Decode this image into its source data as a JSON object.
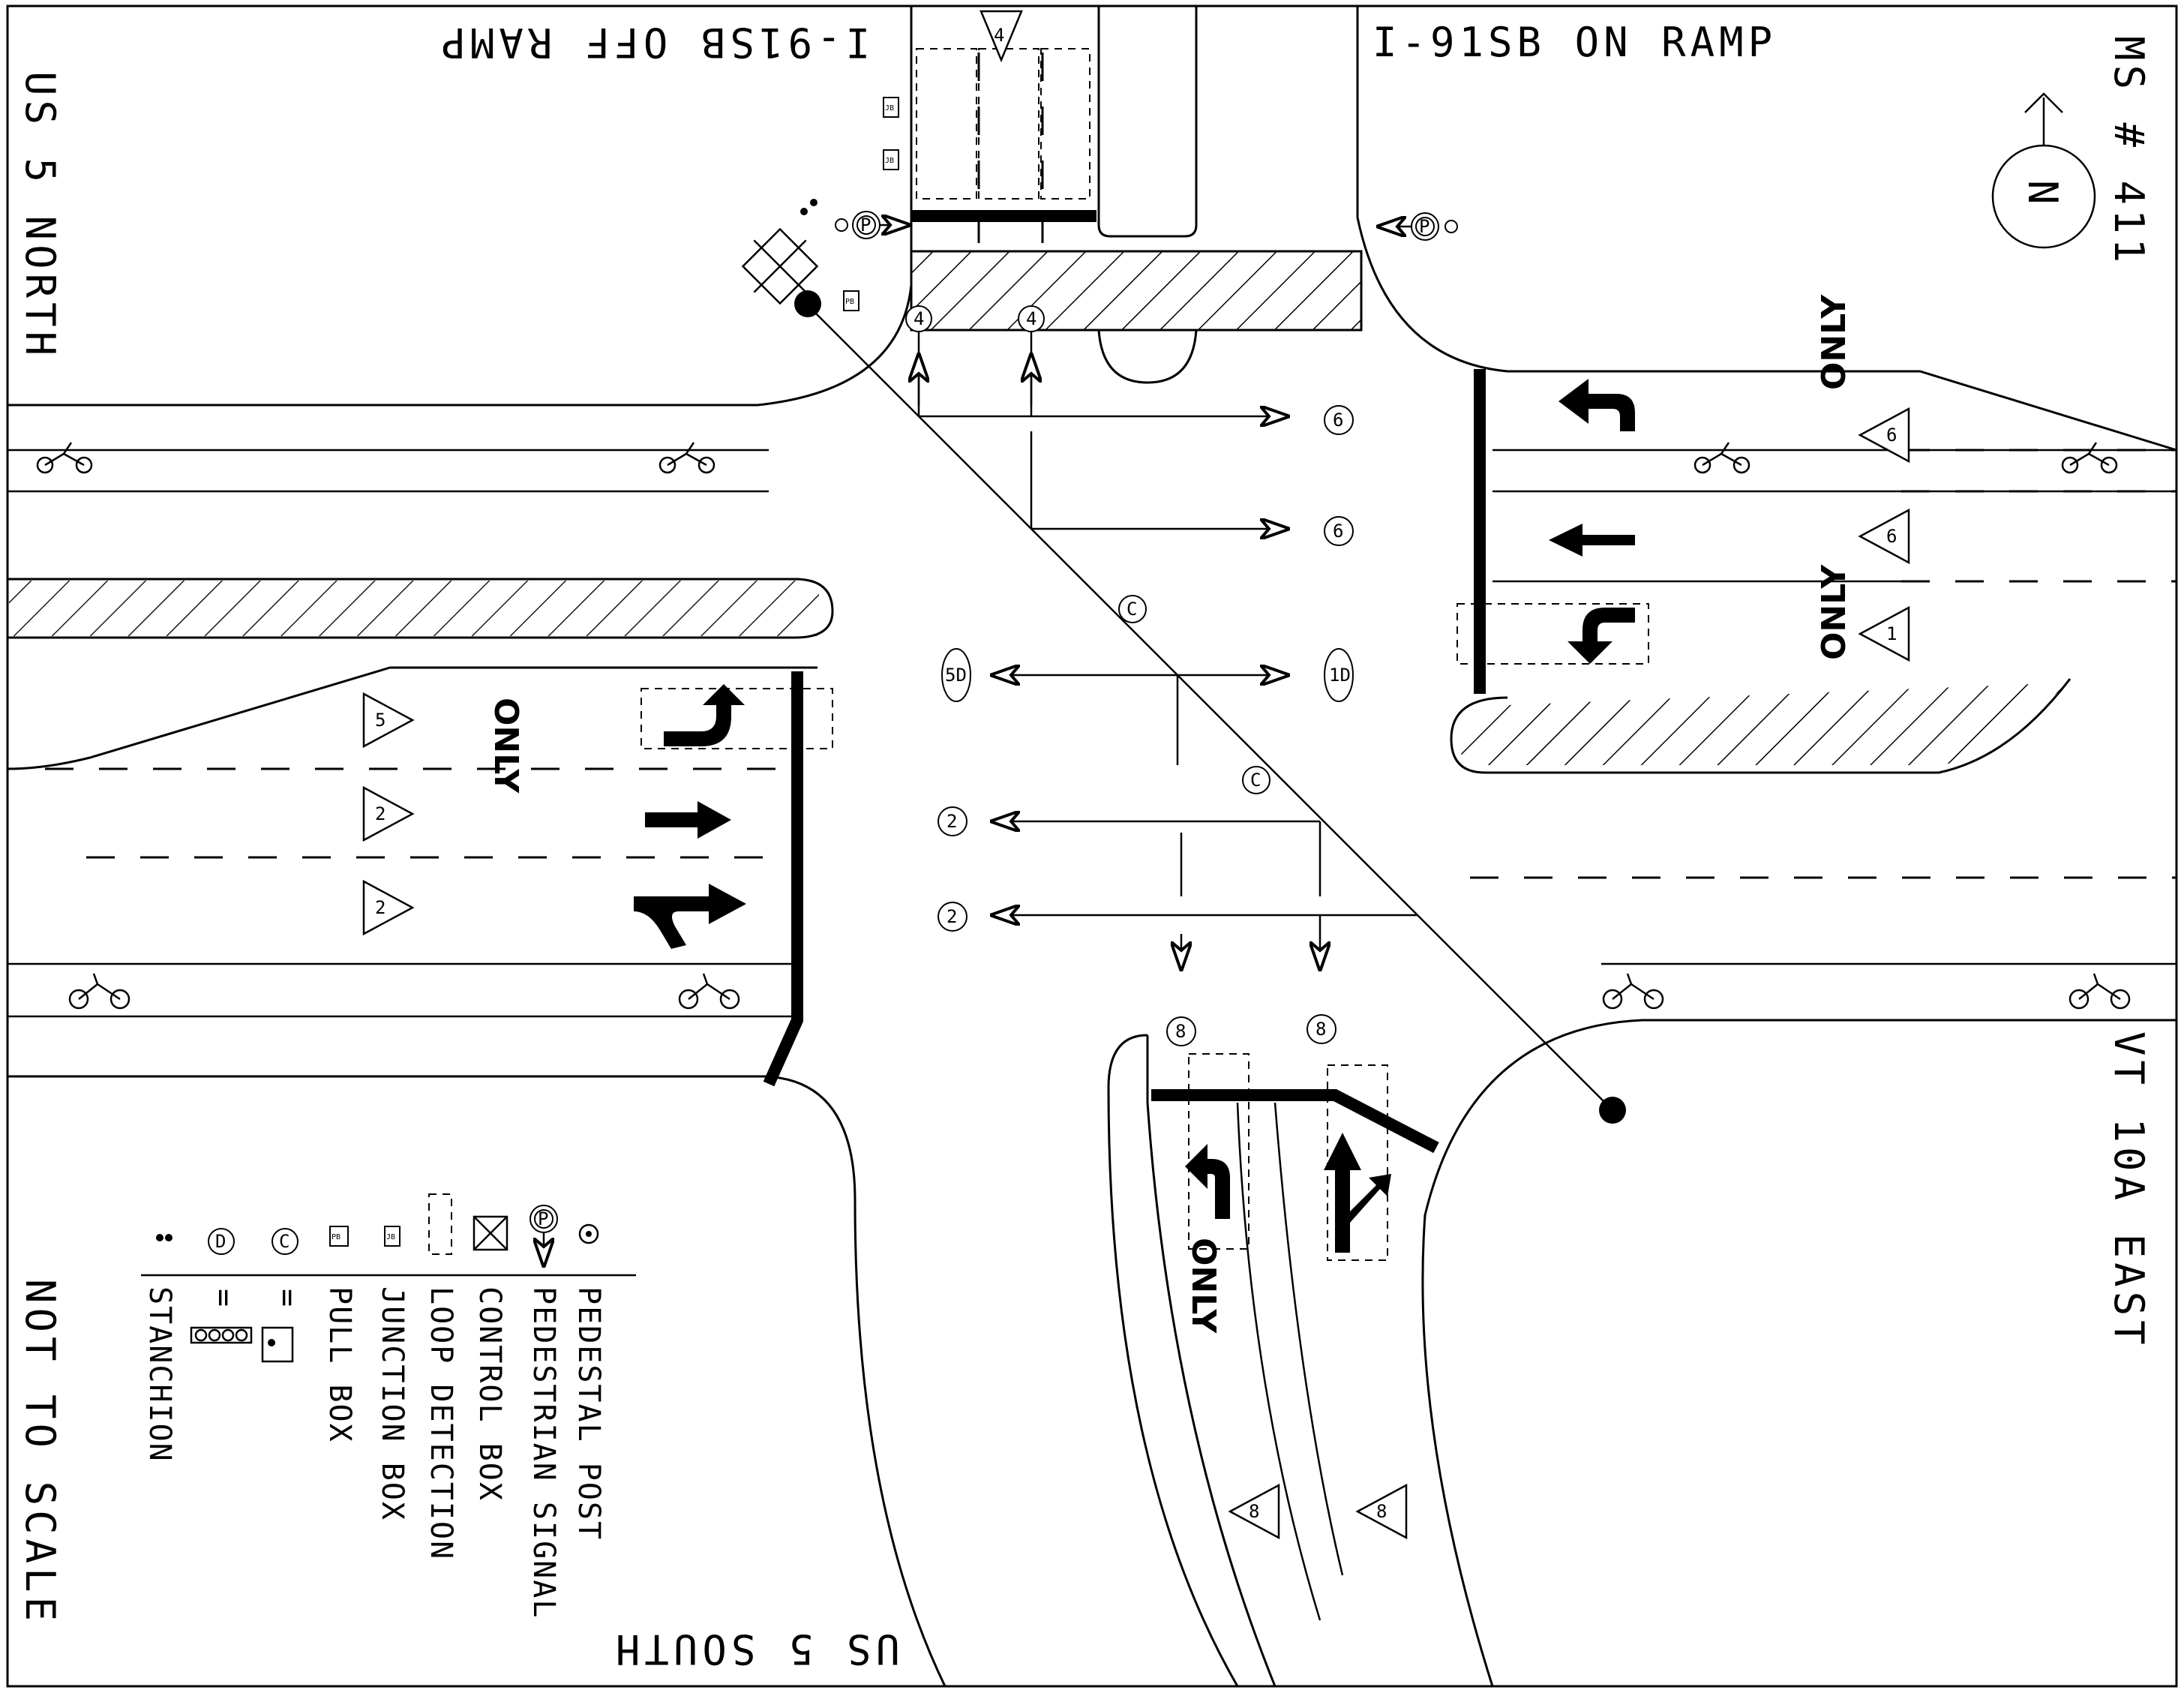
{
  "title": "MS # 411",
  "note": "NOT TO SCALE",
  "north_label": "N",
  "streets": {
    "north_left": "I-91SB OFF RAMP",
    "north_right": "I-91SB ON RAMP",
    "west": "US 5 NORTH",
    "south": "US 5 SOUTH",
    "east": "VT 10A EAST"
  },
  "legend": [
    {
      "symbol": "pedestal-post",
      "label": "PEDESTAL POST"
    },
    {
      "symbol": "pedestrian-signal",
      "label": "PEDESTRIAN SIGNAL"
    },
    {
      "symbol": "control-box",
      "label": "CONTROL BOX"
    },
    {
      "symbol": "loop-detection",
      "label": "LOOP DETECTION"
    },
    {
      "symbol": "junction-box",
      "label": "JUNCTION BOX"
    },
    {
      "symbol": "pull-box",
      "label": "PULL BOX"
    },
    {
      "symbol": "c-detector",
      "label": "="
    },
    {
      "symbol": "d-detector",
      "label": "="
    },
    {
      "symbol": "stanchion",
      "label": "STANCHION"
    }
  ],
  "symbols": {
    "ped_signal": "P",
    "pull_box": "PB",
    "junction_box": "JB",
    "c": "C",
    "d": "D"
  },
  "pavement_text": "ONLY",
  "phases": {
    "north_approach": "4",
    "west_approach": [
      "5",
      "2",
      "2"
    ],
    "east_approach": [
      "6",
      "6",
      "1"
    ],
    "south_approach": [
      "8",
      "8"
    ]
  },
  "movement_labels": {
    "top": [
      "4",
      "4"
    ],
    "east_out": [
      "6",
      "6",
      "1D"
    ],
    "west_out": [
      "5D",
      "2",
      "2"
    ],
    "south_out": [
      "8",
      "8"
    ]
  },
  "colors": {
    "ink": "#000000",
    "paper": "#ffffff"
  }
}
